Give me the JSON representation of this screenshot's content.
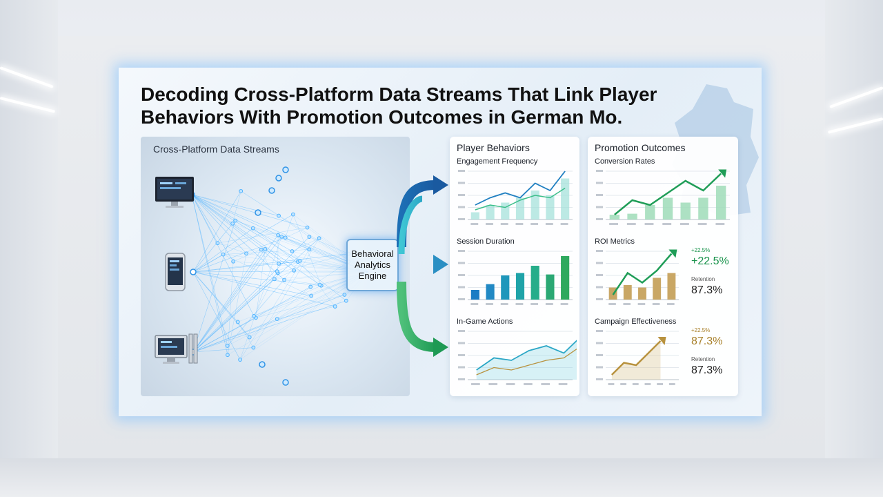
{
  "title": "Decoding Cross-Platform Data Streams That Link Player Behaviors With Promotion Outcomes in German Mo.",
  "streams_label": "Cross-Platform Data Streams",
  "engine_label": "Behavioral Analytics Engine",
  "behaviors": {
    "heading": "Player Behaviors",
    "engagement": "Engagement Frequency",
    "session": "Session Duration",
    "actions": "In-Game Actions"
  },
  "outcomes": {
    "heading": "Promotion Outcomes",
    "conversion": "Conversion Rates",
    "roi": "ROI Metrics",
    "campaign": "Campaign Effectiveness",
    "roi_small": "+22.5%",
    "roi_big": "+22.5%",
    "roi_label2": "Retention",
    "roi_value2": "87.3%",
    "campaign_small": "+22.5%",
    "campaign_big": "87.3%",
    "campaign_label2": "Retention",
    "campaign_value2": "87.3%"
  },
  "colors": {
    "teal": "#3ec3c6",
    "green": "#1f9d57",
    "blue": "#1a6fb5",
    "gold": "#b8923e",
    "node": "#4fb3ff"
  }
}
